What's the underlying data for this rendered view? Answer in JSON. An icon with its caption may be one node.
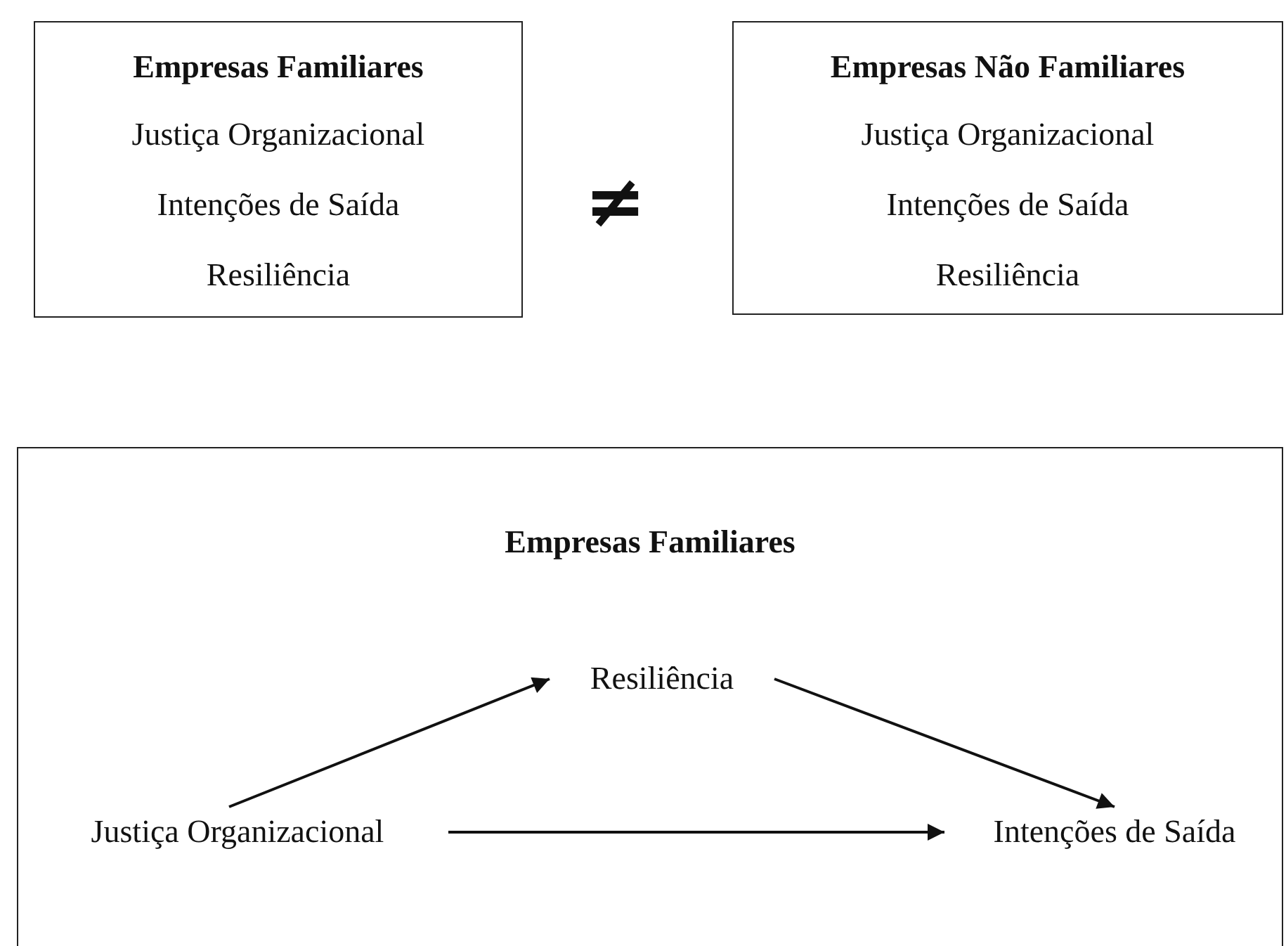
{
  "diagram": {
    "nodes": [
      {
        "text": [
          "Empresas Familiares",
          "Justiça Organizacional",
          "Intenções de Saída",
          "Resiliência"
        ]
      },
      {
        "text": [
          "Empresas Não Familiares",
          "Justiça Organizacional",
          "Intenções de Saída",
          "Resiliência"
        ]
      },
      {
        "text": [
          "Empresas Familiares"
        ]
      },
      {
        "text": [
          "Resiliência"
        ],
        "in": 2
      },
      {
        "text": [
          "Justiça Organizacional"
        ],
        "in": 2
      },
      {
        "text": [
          "Intenções de Saída"
        ],
        "in": 2
      }
    ],
    "edges": [
      {
        "from": 4,
        "to": 3,
        "arrow": "to"
      },
      {
        "from": 3,
        "to": 5,
        "arrow": "to"
      },
      {
        "from": 4,
        "to": 5,
        "arrow": "to"
      }
    ],
    "labels": [
      "≠"
    ]
  }
}
